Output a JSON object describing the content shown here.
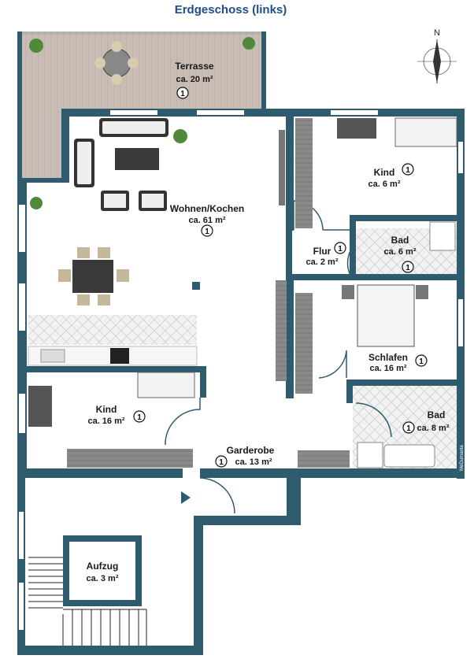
{
  "title": "Erdgeschoss (links)",
  "compass": {
    "label": "N"
  },
  "credit": "MeDumanta",
  "colors": {
    "wall": "#2e5b6e",
    "floor": "#ffffff",
    "terrace": "#c8b9b2",
    "tile": "#dcdcdc",
    "title": "#1f4e8c"
  },
  "rooms": [
    {
      "id": "terrasse",
      "name": "Terrasse",
      "area": "ca. 20 m²",
      "num": "1"
    },
    {
      "id": "wohnen",
      "name": "Wohnen/Kochen",
      "area": "ca. 61 m²",
      "num": "1"
    },
    {
      "id": "kind1",
      "name": "Kind",
      "area": "ca. 6 m²",
      "num": "1"
    },
    {
      "id": "flur",
      "name": "Flur",
      "area": "ca. 2 m²",
      "num": "1"
    },
    {
      "id": "bad1",
      "name": "Bad",
      "area": "ca. 6 m²",
      "num": "1"
    },
    {
      "id": "schlafen",
      "name": "Schlafen",
      "area": "ca. 16 m²",
      "num": "1"
    },
    {
      "id": "kind2",
      "name": "Kind",
      "area": "ca. 16 m²",
      "num": "1"
    },
    {
      "id": "bad2",
      "name": "Bad",
      "area": "ca. 8 m²",
      "num": "1"
    },
    {
      "id": "garderobe",
      "name": "Garderobe",
      "area": "ca. 13 m²",
      "num": "1"
    },
    {
      "id": "aufzug",
      "name": "Aufzug",
      "area": "ca. 3 m²"
    }
  ]
}
